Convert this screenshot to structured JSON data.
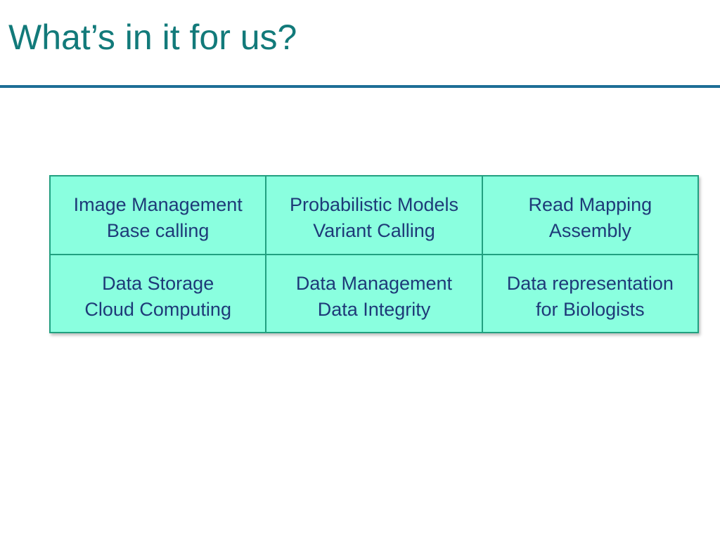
{
  "slide": {
    "title": "What’s in it for us?",
    "colors": {
      "title": "#127a7a",
      "rule": "#1d6e96",
      "cell_fill": "#8affdf",
      "cell_border": "#22a080",
      "cell_text": "#1e3a78"
    },
    "grid": {
      "rows": [
        {
          "cells": [
            {
              "line1": "Image Management",
              "line2": "Base calling"
            },
            {
              "line1": "Probabilistic Models",
              "line2": "Variant Calling"
            },
            {
              "line1": "Read Mapping",
              "line2": "Assembly"
            }
          ]
        },
        {
          "cells": [
            {
              "line1": "Data Storage",
              "line2": "Cloud Computing"
            },
            {
              "line1": "Data Management",
              "line2": "Data Integrity"
            },
            {
              "line1": "Data representation",
              "line2": "for Biologists"
            }
          ]
        }
      ]
    }
  }
}
